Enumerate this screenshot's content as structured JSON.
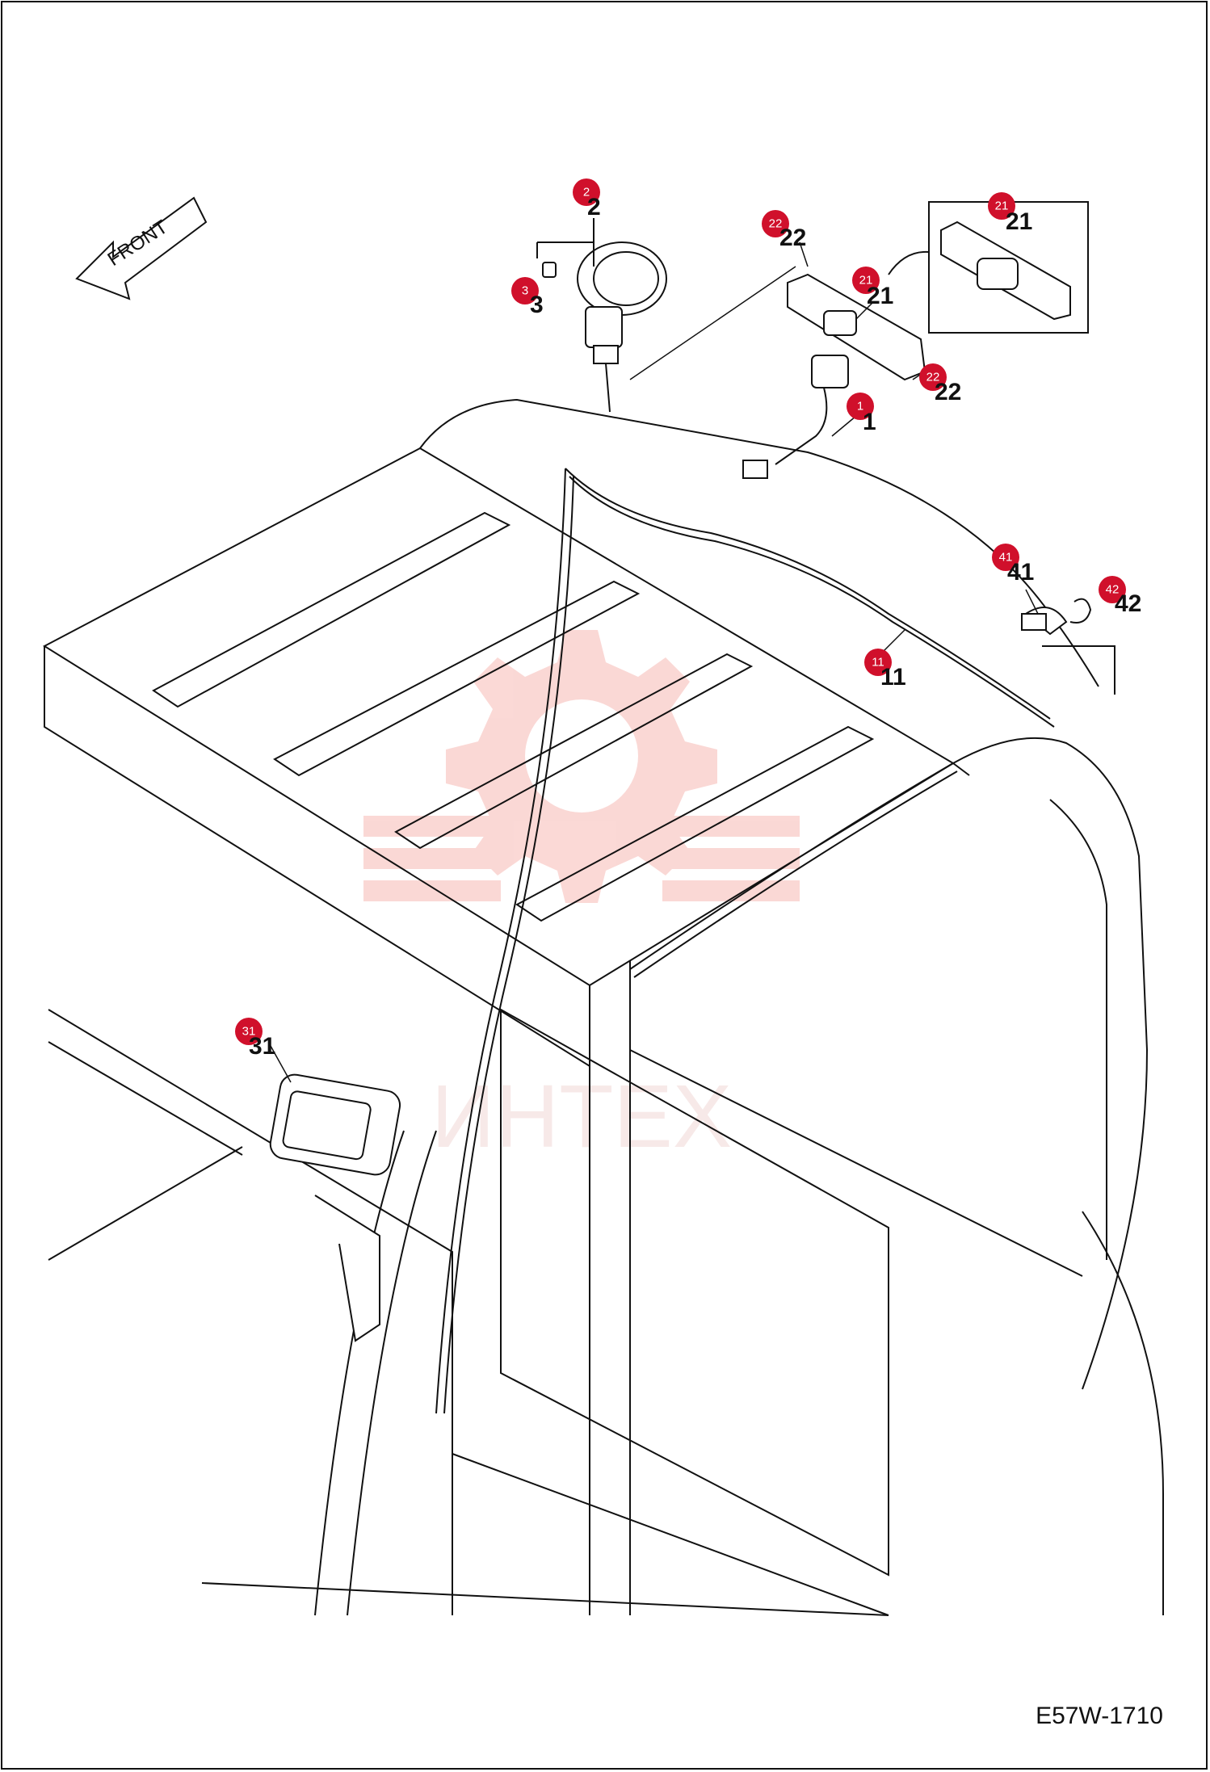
{
  "diagram": {
    "direction_label": "FRONT",
    "drawing_code": "E57W-1710",
    "watermark_text": "ИНТЕХ",
    "accent_color": "#d0102b",
    "watermark_color": "#f7b9b4"
  },
  "callouts": [
    {
      "number": "2",
      "badge": "2",
      "id": "2"
    },
    {
      "number": "3",
      "badge": "3",
      "id": "3"
    },
    {
      "number": "22",
      "badge": "22",
      "id": "22a"
    },
    {
      "number": "21",
      "badge": "21",
      "id": "21a"
    },
    {
      "number": "21",
      "badge": "21",
      "id": "21b"
    },
    {
      "number": "22",
      "badge": "22",
      "id": "22b"
    },
    {
      "number": "1",
      "badge": "1",
      "id": "1"
    },
    {
      "number": "41",
      "badge": "41",
      "id": "41"
    },
    {
      "number": "42",
      "badge": "42",
      "id": "42"
    },
    {
      "number": "11",
      "badge": "11",
      "id": "11"
    },
    {
      "number": "31",
      "badge": "31",
      "id": "31"
    }
  ]
}
